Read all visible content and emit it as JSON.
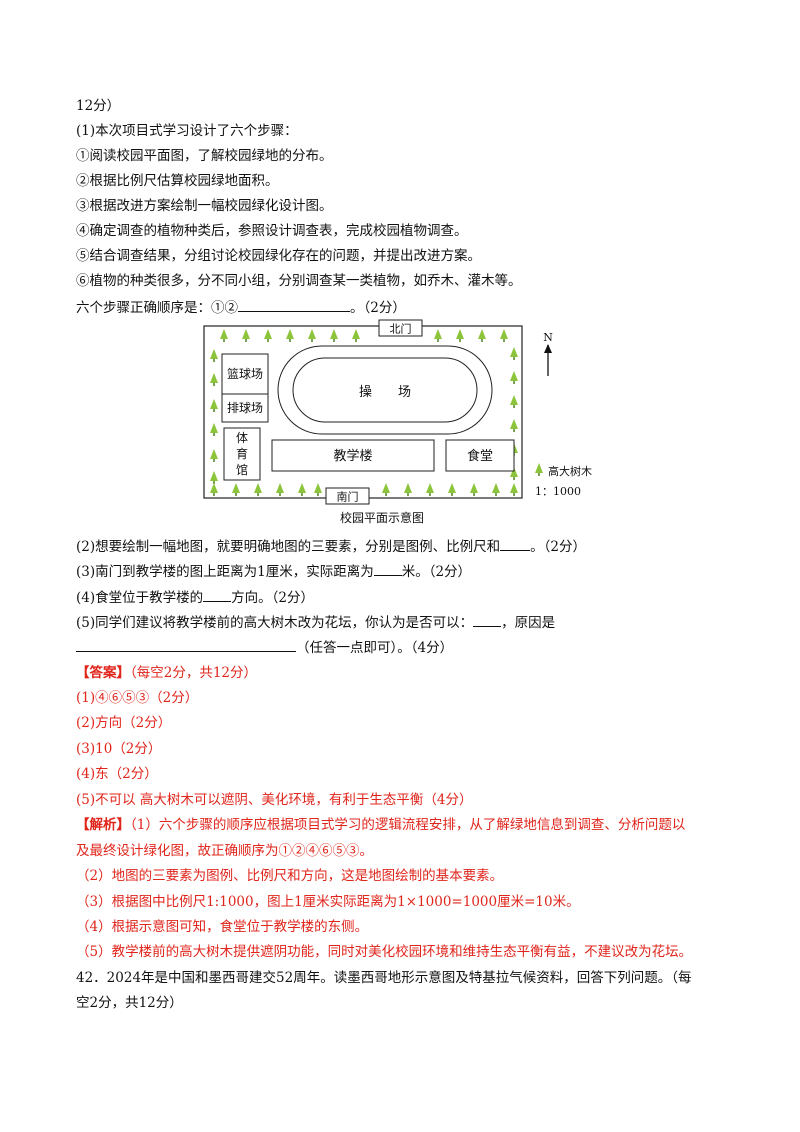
{
  "lines": {
    "l01": "12分）",
    "l02": "(1)本次项目式学习设计了六个步骤：",
    "l03": "①阅读校园平面图，了解校园绿地的分布。",
    "l04": "②根据比例尺估算校园绿地面积。",
    "l05": "③根据改进方案绘制一幅校园绿化设计图。",
    "l06": "④确定调查的植物种类后，参照设计调查表，完成校园植物调查。",
    "l07": "⑤结合调查结果，分组讨论校园绿化存在的问题，并提出改进方案。",
    "l08": "⑥植物的种类很多，分不同小组，分别调查某一类植物，如乔木、灌木等。",
    "l09a": "六个步骤正确顺序是：①②",
    "l09b": "。（2分）",
    "q2a": "(2)想要绘制一幅地图，就要明确地图的三要素，分别是图例、比例尺和",
    "q2b": "。（2分）",
    "q3a": "(3)南门到教学楼的图上距离为1厘米，实际距离为",
    "q3b": "米。（2分）",
    "q4a": "(4)食堂位于教学楼的",
    "q4b": "方向。（2分）",
    "q5a": "(5)同学们建议将教学楼前的高大树木改为花坛，你认为是否可以：",
    "q5b": "，原因是",
    "q5c": "（任答一点即可）。（4分）",
    "ans_head": "【答案】",
    "ans_note": "（每空2分，共12分）",
    "a1": "(1)④⑥⑤③（2分）",
    "a2": "(2)方向（2分）",
    "a3": "(3)10（2分）",
    "a4": "(4)东（2分）",
    "a5": "(5)不可以    高大树木可以遮阴、美化环境，有利于生态平衡（4分）",
    "exp_head": "【解析】",
    "e1": "（1）六个步骤的顺序应根据项目式学习的逻辑流程安排，从了解绿地信息到调查、分析问题以",
    "e1b": "及最终设计绿化图，故正确顺序为①②④⑥⑤③。",
    "e2": "（2）地图的三要素为图例、比例尺和方向，这是地图绘制的基本要素。",
    "e3": "（3）根据图中比例尺1:1000，图上1厘米实际距离为1×1000=1000厘米=10米。",
    "e4": "（4）根据示意图可知，食堂位于教学楼的东侧。",
    "e5": "（5）教学楼前的高大树木提供遮阴功能，同时对美化校园环境和维持生态平衡有益，不建议改为花坛。",
    "q42a": "42．2024年是中国和墨西哥建交52周年。读墨西哥地形示意图及特基拉气候资料，回答下列问题。（每",
    "q42b": "空2分，共12分）"
  },
  "map": {
    "north_gate": "北门",
    "south_gate": "南门",
    "basketball": "篮球场",
    "volleyball": "排球场",
    "gym": [
      "体",
      "育",
      "馆"
    ],
    "playground": "操　　场",
    "teaching_building": "教学楼",
    "canteen": "食堂",
    "north_letter": "N",
    "legend_label": "高大树木",
    "scale": "1：1000",
    "caption": "校园平面示意图",
    "tree_color": "#8cc43c"
  }
}
